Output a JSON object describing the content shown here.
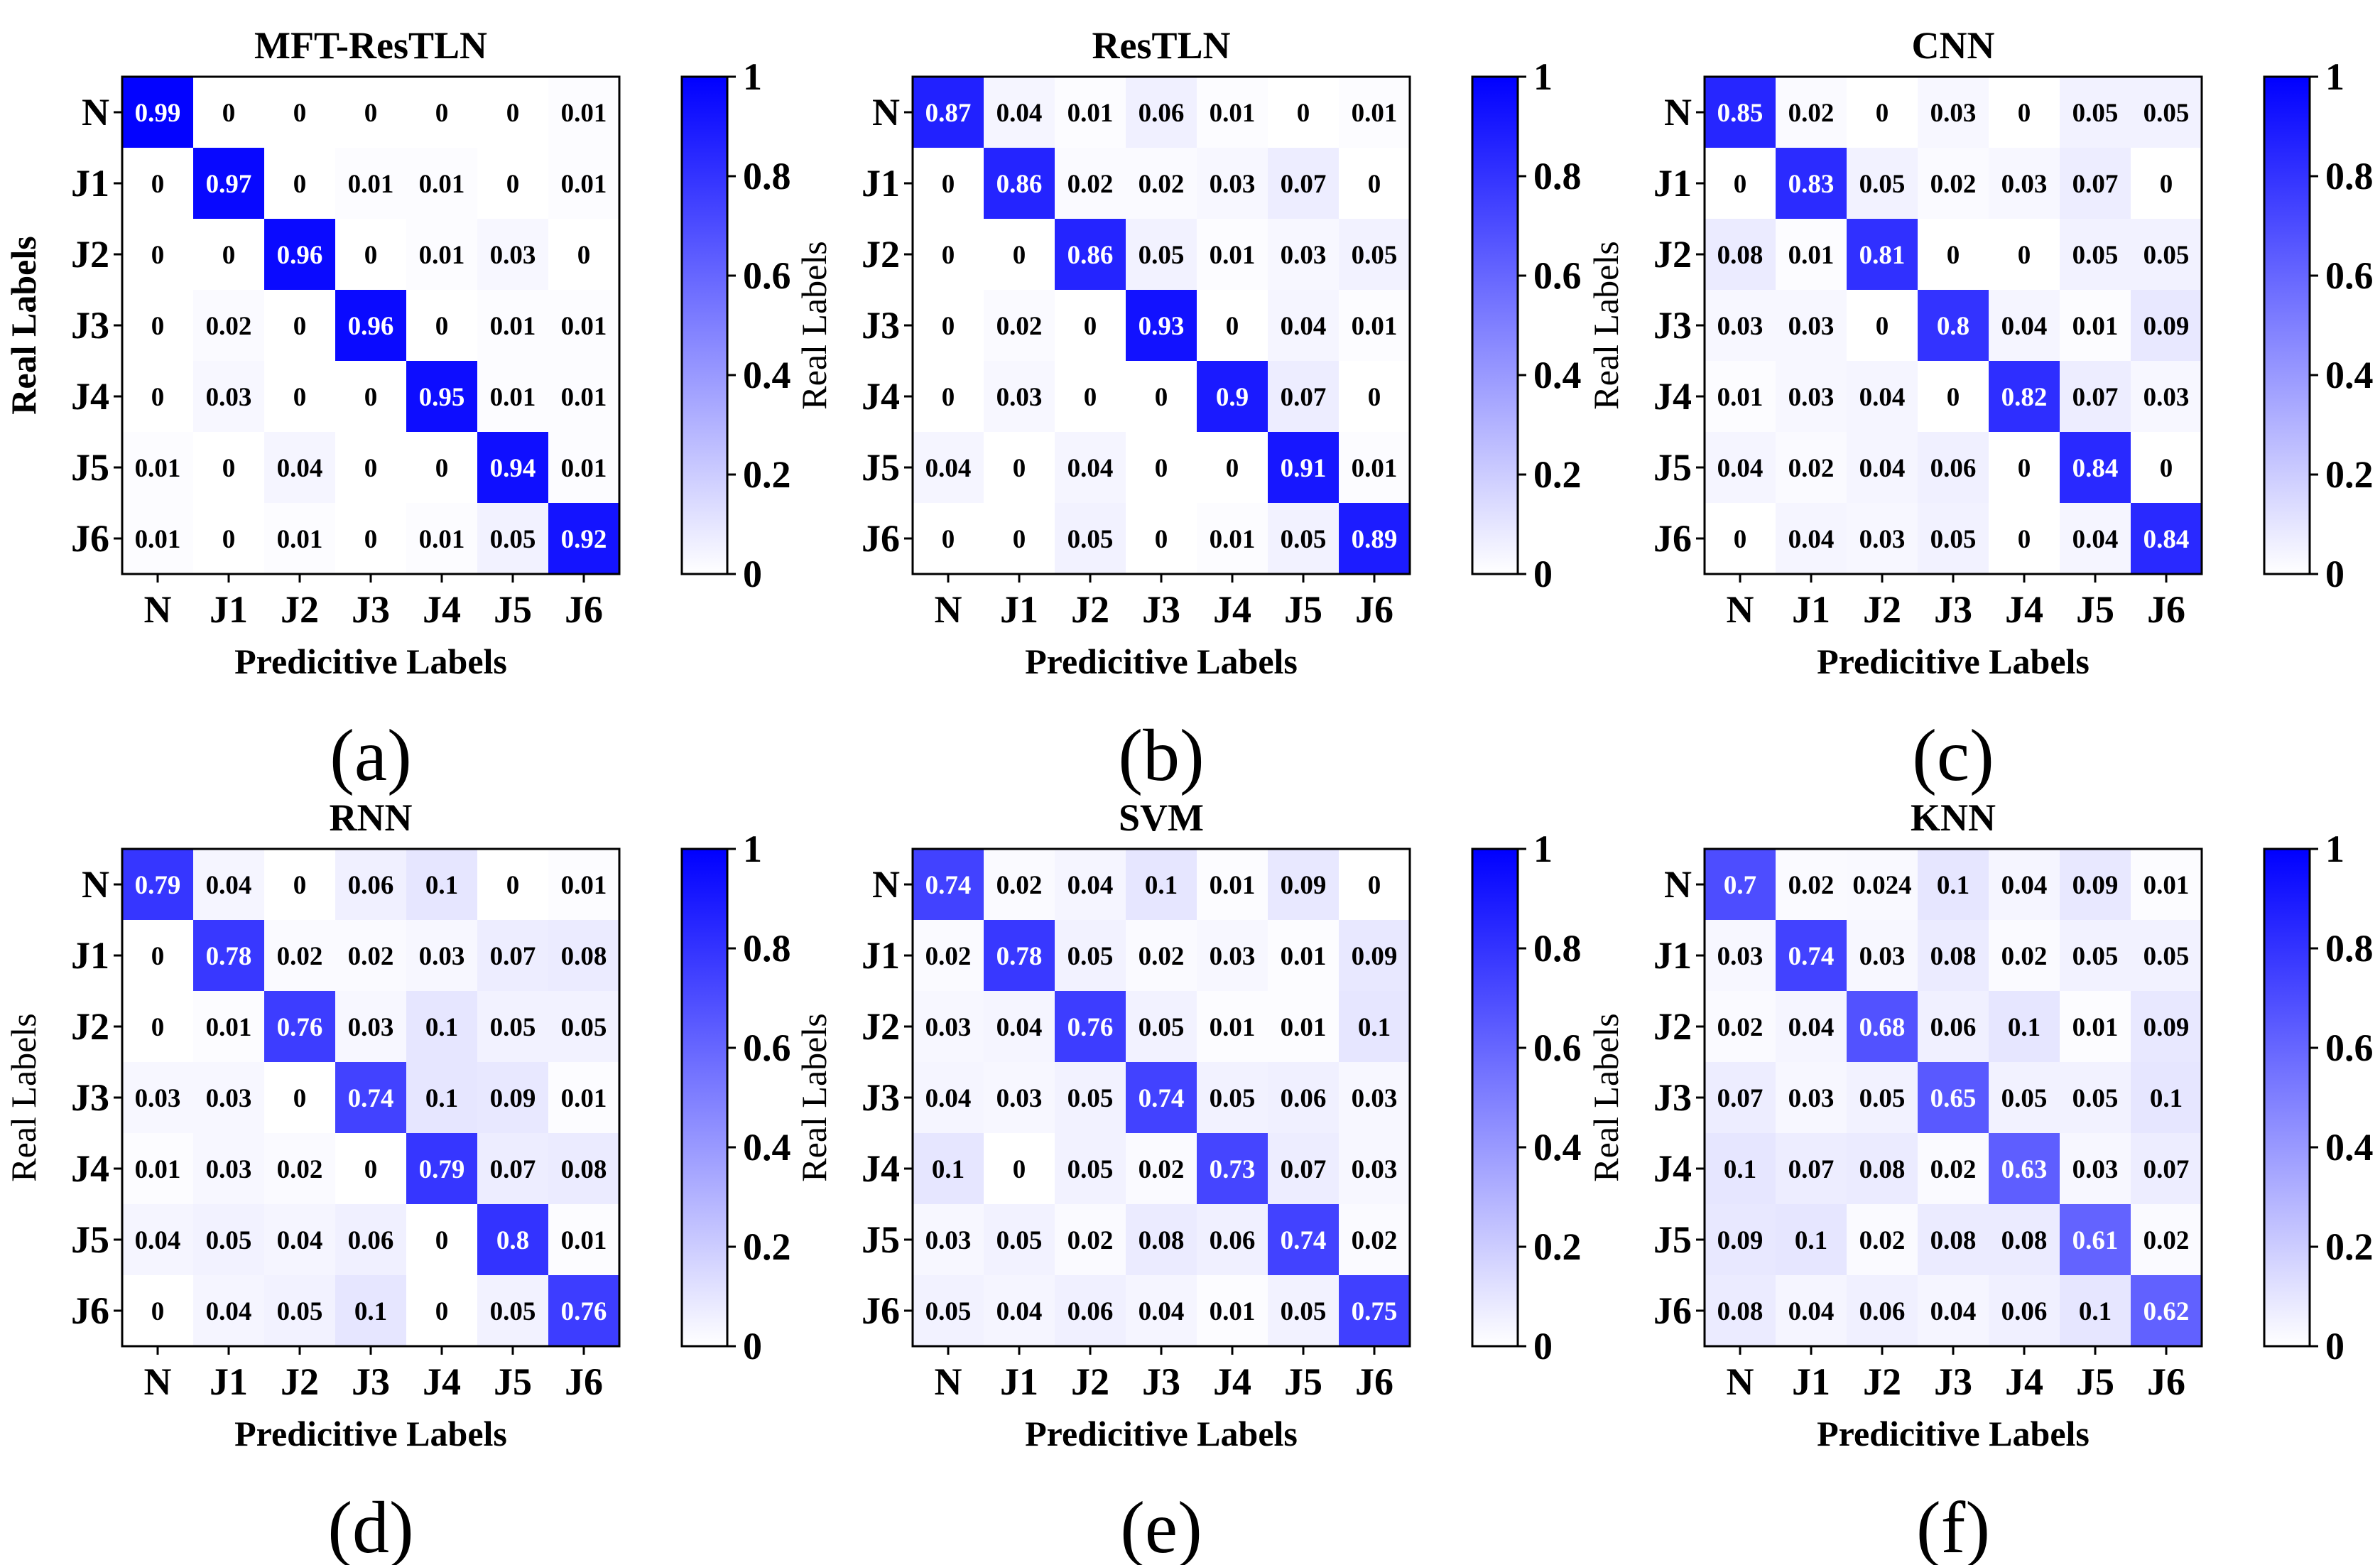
{
  "chart_data": [
    {
      "type": "heatmap",
      "title": "MFT-ResTLN",
      "panel_label": "(a)",
      "xlabel": "Predicitive Labels",
      "ylabel": "Real Labels",
      "x_categories": [
        "N",
        "J1",
        "J2",
        "J3",
        "J4",
        "J5",
        "J6"
      ],
      "y_categories": [
        "N",
        "J1",
        "J2",
        "J3",
        "J4",
        "J5",
        "J6"
      ],
      "values": [
        [
          0.99,
          0,
          0,
          0,
          0,
          0,
          0.01
        ],
        [
          0,
          0.97,
          0,
          0.01,
          0.01,
          0,
          0.01
        ],
        [
          0,
          0,
          0.96,
          0,
          0.01,
          0.03,
          0
        ],
        [
          0,
          0.02,
          0,
          0.96,
          0,
          0.01,
          0.01
        ],
        [
          0,
          0.03,
          0,
          0,
          0.95,
          0.01,
          0.01
        ],
        [
          0.01,
          0,
          0.04,
          0,
          0,
          0.94,
          0.01
        ],
        [
          0.01,
          0,
          0.01,
          0,
          0.01,
          0.05,
          0.92
        ]
      ],
      "colorbar": {
        "range": [
          0,
          1
        ],
        "ticks": [
          "0",
          "0.2",
          "0.4",
          "0.6",
          "0.8",
          "1"
        ]
      },
      "colors": {
        "low": "#ffffff",
        "high": "#0000ff"
      }
    },
    {
      "type": "heatmap",
      "title": "ResTLN",
      "panel_label": "(b)",
      "xlabel": "Predicitive Labels",
      "ylabel": "Real Labels",
      "x_categories": [
        "N",
        "J1",
        "J2",
        "J3",
        "J4",
        "J5",
        "J6"
      ],
      "y_categories": [
        "N",
        "J1",
        "J2",
        "J3",
        "J4",
        "J5",
        "J6"
      ],
      "values": [
        [
          0.87,
          0.04,
          0.01,
          0.06,
          0.01,
          0,
          0.01
        ],
        [
          0,
          0.86,
          0.02,
          0.02,
          0.03,
          0.07,
          0
        ],
        [
          0,
          0,
          0.86,
          0.05,
          0.01,
          0.03,
          0.05
        ],
        [
          0,
          0.02,
          0,
          0.93,
          0,
          0.04,
          0.01
        ],
        [
          0,
          0.03,
          0,
          0,
          0.9,
          0.07,
          0
        ],
        [
          0.04,
          0,
          0.04,
          0,
          0,
          0.91,
          0.01
        ],
        [
          0,
          0,
          0.05,
          0,
          0.01,
          0.05,
          0.89
        ]
      ],
      "colorbar": {
        "range": [
          0,
          1
        ],
        "ticks": [
          "0",
          "0.2",
          "0.4",
          "0.6",
          "0.8",
          "1"
        ]
      },
      "colors": {
        "low": "#ffffff",
        "high": "#0000ff"
      }
    },
    {
      "type": "heatmap",
      "title": "CNN",
      "panel_label": "(c)",
      "xlabel": "Predicitive Labels",
      "ylabel": "Real Labels",
      "x_categories": [
        "N",
        "J1",
        "J2",
        "J3",
        "J4",
        "J5",
        "J6"
      ],
      "y_categories": [
        "N",
        "J1",
        "J2",
        "J3",
        "J4",
        "J5",
        "J6"
      ],
      "values": [
        [
          0.85,
          0.02,
          0,
          0.03,
          0,
          0.05,
          0.05
        ],
        [
          0,
          0.83,
          0.05,
          0.02,
          0.03,
          0.07,
          0
        ],
        [
          0.08,
          0.01,
          0.81,
          0,
          0,
          0.05,
          0.05
        ],
        [
          0.03,
          0.03,
          0,
          0.8,
          0.04,
          0.01,
          0.09
        ],
        [
          0.01,
          0.03,
          0.04,
          0,
          0.82,
          0.07,
          0.03
        ],
        [
          0.04,
          0.02,
          0.04,
          0.06,
          0,
          0.84,
          0
        ],
        [
          0,
          0.04,
          0.03,
          0.05,
          0,
          0.04,
          0.84
        ]
      ],
      "colorbar": {
        "range": [
          0,
          1
        ],
        "ticks": [
          "0",
          "0.2",
          "0.4",
          "0.6",
          "0.8",
          "1"
        ]
      },
      "colors": {
        "low": "#ffffff",
        "high": "#0000ff"
      }
    },
    {
      "type": "heatmap",
      "title": "RNN",
      "panel_label": "(d)",
      "xlabel": "Predicitive Labels",
      "ylabel": "Real Labels",
      "x_categories": [
        "N",
        "J1",
        "J2",
        "J3",
        "J4",
        "J5",
        "J6"
      ],
      "y_categories": [
        "N",
        "J1",
        "J2",
        "J3",
        "J4",
        "J5",
        "J6"
      ],
      "values": [
        [
          0.79,
          0.04,
          0,
          0.06,
          0.1,
          0,
          0.01
        ],
        [
          0,
          0.78,
          0.02,
          0.02,
          0.03,
          0.07,
          0.08
        ],
        [
          0,
          0.01,
          0.76,
          0.03,
          0.1,
          0.05,
          0.05
        ],
        [
          0.03,
          0.03,
          0,
          0.74,
          0.1,
          0.09,
          0.01
        ],
        [
          0.01,
          0.03,
          0.02,
          0,
          0.79,
          0.07,
          0.08
        ],
        [
          0.04,
          0.05,
          0.04,
          0.06,
          0,
          0.8,
          0.01
        ],
        [
          0,
          0.04,
          0.05,
          0.1,
          0,
          0.05,
          0.76
        ]
      ],
      "colorbar": {
        "range": [
          0,
          1
        ],
        "ticks": [
          "0",
          "0.2",
          "0.4",
          "0.6",
          "0.8",
          "1"
        ]
      },
      "colors": {
        "low": "#ffffff",
        "high": "#0000ff"
      }
    },
    {
      "type": "heatmap",
      "title": "SVM",
      "panel_label": "(e)",
      "xlabel": "Predicitive Labels",
      "ylabel": "Real Labels",
      "x_categories": [
        "N",
        "J1",
        "J2",
        "J3",
        "J4",
        "J5",
        "J6"
      ],
      "y_categories": [
        "N",
        "J1",
        "J2",
        "J3",
        "J4",
        "J5",
        "J6"
      ],
      "values": [
        [
          0.74,
          0.02,
          0.04,
          0.1,
          0.01,
          0.09,
          0
        ],
        [
          0.02,
          0.78,
          0.05,
          0.02,
          0.03,
          0.01,
          0.09
        ],
        [
          0.03,
          0.04,
          0.76,
          0.05,
          0.01,
          0.01,
          0.1
        ],
        [
          0.04,
          0.03,
          0.05,
          0.74,
          0.05,
          0.06,
          0.03
        ],
        [
          0.1,
          0,
          0.05,
          0.02,
          0.73,
          0.07,
          0.03
        ],
        [
          0.03,
          0.05,
          0.02,
          0.08,
          0.06,
          0.74,
          0.02
        ],
        [
          0.05,
          0.04,
          0.06,
          0.04,
          0.01,
          0.05,
          0.75
        ]
      ],
      "colorbar": {
        "range": [
          0,
          1
        ],
        "ticks": [
          "0",
          "0.2",
          "0.4",
          "0.6",
          "0.8",
          "1"
        ]
      },
      "colors": {
        "low": "#ffffff",
        "high": "#0000ff"
      }
    },
    {
      "type": "heatmap",
      "title": "KNN",
      "panel_label": "(f)",
      "xlabel": "Predicitive Labels",
      "ylabel": "Real Labels",
      "x_categories": [
        "N",
        "J1",
        "J2",
        "J3",
        "J4",
        "J5",
        "J6"
      ],
      "y_categories": [
        "N",
        "J1",
        "J2",
        "J3",
        "J4",
        "J5",
        "J6"
      ],
      "values": [
        [
          0.7,
          0.02,
          0.024,
          0.1,
          0.04,
          0.09,
          0.01
        ],
        [
          0.03,
          0.74,
          0.03,
          0.08,
          0.02,
          0.05,
          0.05
        ],
        [
          0.02,
          0.04,
          0.68,
          0.06,
          0.1,
          0.01,
          0.09
        ],
        [
          0.07,
          0.03,
          0.05,
          0.65,
          0.05,
          0.05,
          0.1
        ],
        [
          0.1,
          0.07,
          0.08,
          0.02,
          0.63,
          0.03,
          0.07
        ],
        [
          0.09,
          0.1,
          0.02,
          0.08,
          0.08,
          0.61,
          0.02
        ],
        [
          0.08,
          0.04,
          0.06,
          0.04,
          0.06,
          0.1,
          0.62
        ]
      ],
      "colorbar": {
        "range": [
          0,
          1
        ],
        "ticks": [
          "0",
          "0.2",
          "0.4",
          "0.6",
          "0.8",
          "1"
        ]
      },
      "colors": {
        "low": "#ffffff",
        "high": "#0000ff"
      }
    }
  ]
}
